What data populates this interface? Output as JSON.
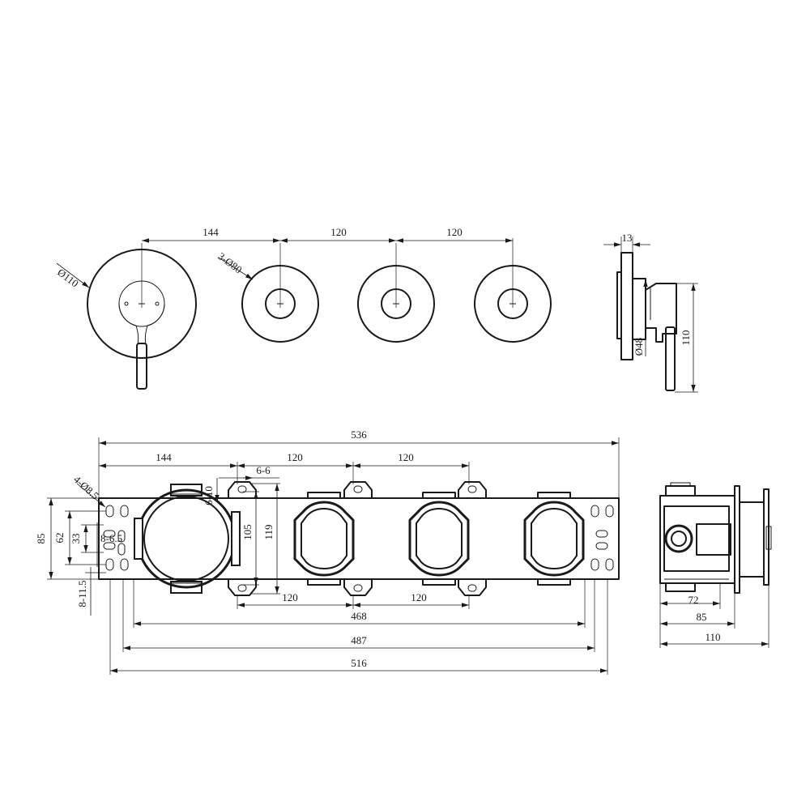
{
  "front_view": {
    "rosette_diameter": "Ø110",
    "knob_count_diameter": "3-Ø80",
    "spacing": [
      "144",
      "120",
      "120"
    ]
  },
  "side_view": {
    "depth": "13",
    "height": "110",
    "lever_diameter": "Ø48"
  },
  "body_view": {
    "overall_width": "536",
    "spacing_top": [
      "144",
      "120",
      "120"
    ],
    "slot_label": "6-6",
    "slot_label_small": "6-10",
    "holes_label": "4-Ø8.5",
    "left_heights": [
      "85",
      "62",
      "33"
    ],
    "left_small": "8-6.5",
    "bottom_small": "8-11.5",
    "inner_heights": [
      "105",
      "119"
    ],
    "spacing_bottom": [
      "120",
      "120"
    ],
    "widths": [
      "468",
      "487",
      "516"
    ]
  },
  "box_side_view": {
    "depths": [
      "72",
      "85",
      "110"
    ]
  }
}
